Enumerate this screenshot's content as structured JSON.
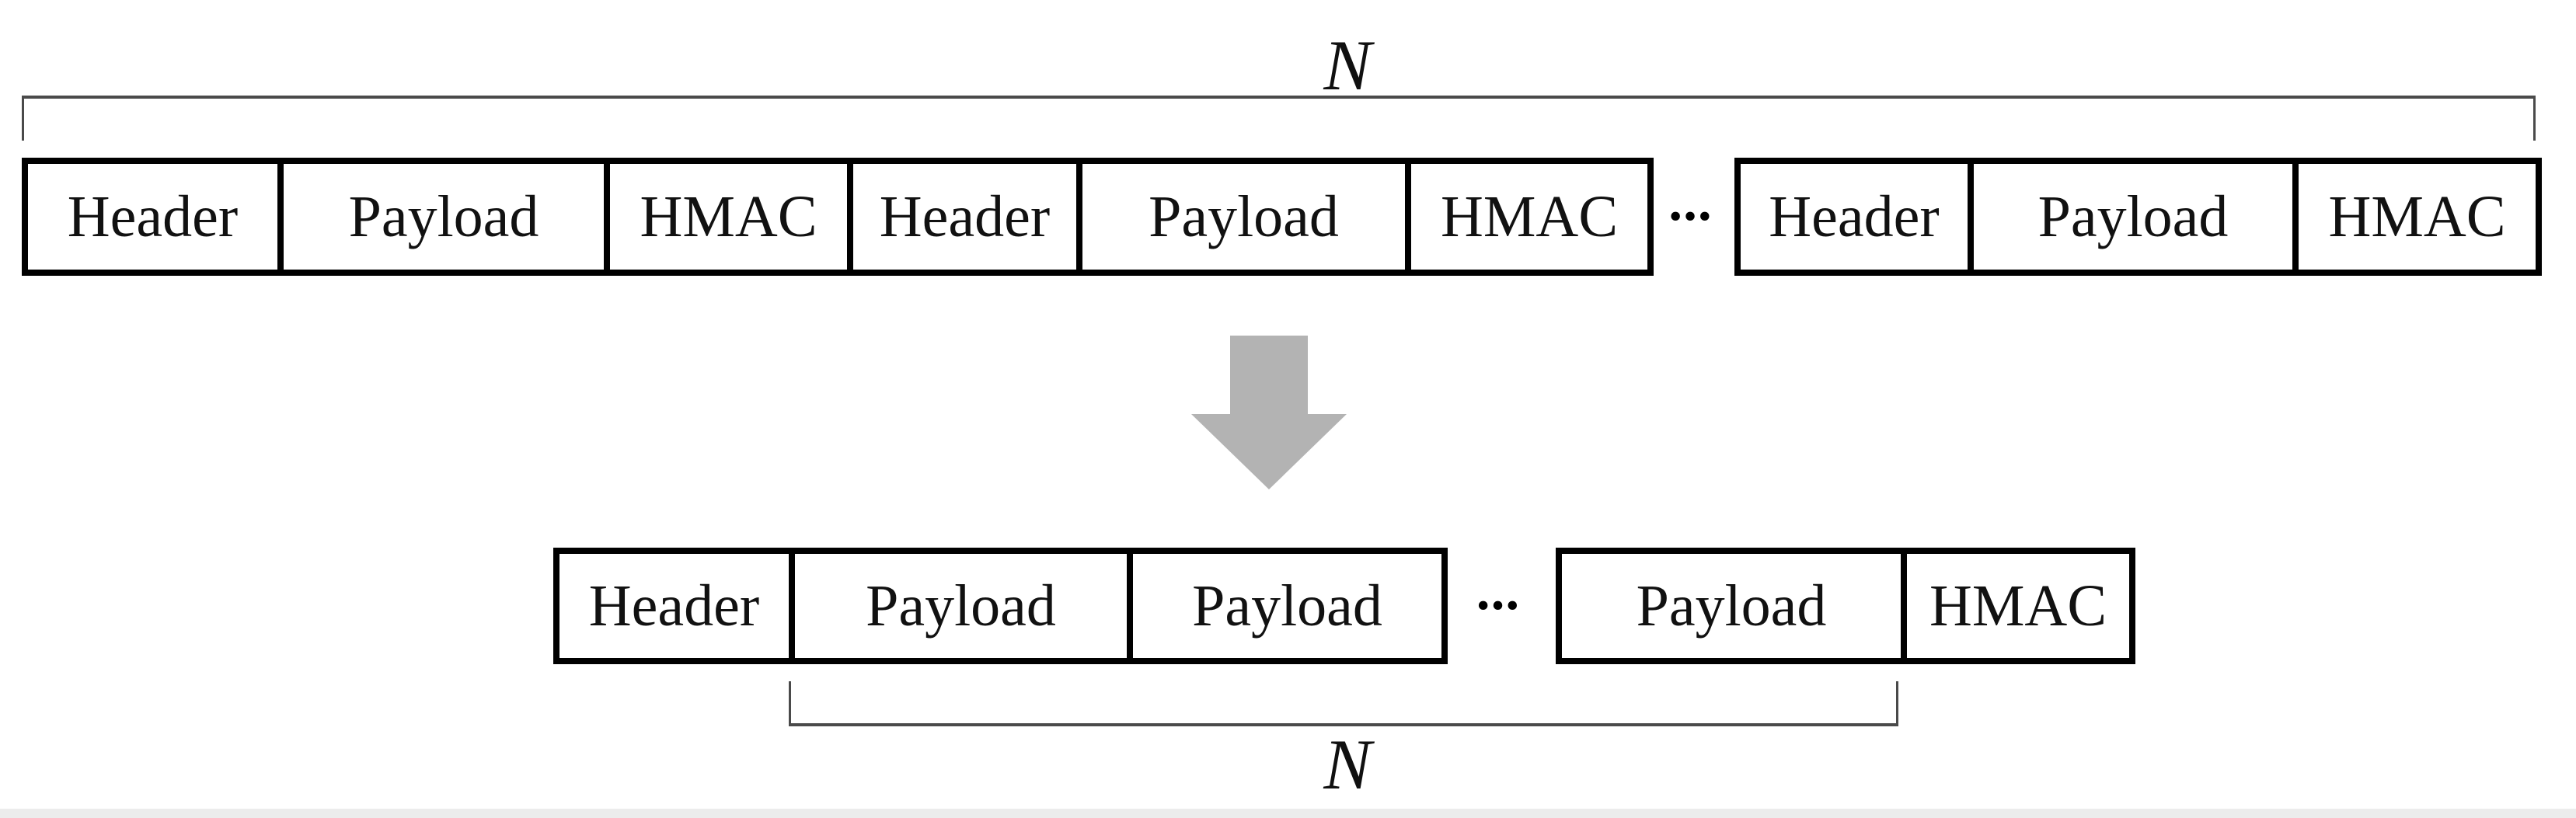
{
  "figure": {
    "description_colors": {
      "box_border": "#000000",
      "label_text": "#111111",
      "bracket_line": "#4a4a4a",
      "arrow_gray": "#b3b3b3",
      "footer_strip": "#ececec"
    },
    "top_row": {
      "n_label": "N",
      "ellipsis": "•••",
      "boxes": [
        "Header",
        "Payload",
        "HMAC",
        "Header",
        "Payload",
        "HMAC",
        "Header",
        "Payload",
        "HMAC"
      ]
    },
    "arrow": {
      "name": "down-arrow"
    },
    "bottom_row": {
      "n_label": "N",
      "ellipsis": "•••",
      "boxes": [
        "Header",
        "Payload",
        "Payload",
        "Payload",
        "HMAC"
      ]
    }
  }
}
